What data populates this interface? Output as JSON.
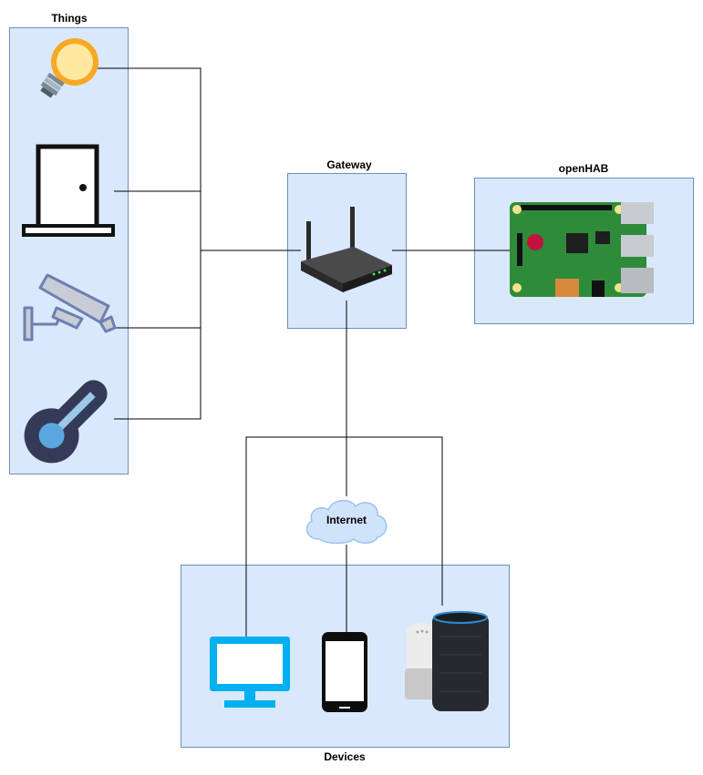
{
  "diagram": {
    "things_label": "Things",
    "gateway_label": "Gateway",
    "openhab_label": "openHAB",
    "internet_label": "Internet",
    "devices_label": "Devices"
  },
  "icons": {
    "things": [
      "light-bulb-icon",
      "door-icon",
      "security-camera-icon",
      "thermometer-icon"
    ],
    "gateway": "router-icon",
    "openhab": "raspberry-pi-board-icon",
    "devices": [
      "desktop-monitor-icon",
      "smartphone-icon",
      "google-home-speaker-icon",
      "amazon-echo-speaker-icon"
    ]
  },
  "colors": {
    "panel_fill": "#dae8fc",
    "panel_stroke": "#6c8ebf",
    "connector": "#000000",
    "cloud_fill": "#cfe3fb",
    "monitor": "#00b0f0",
    "pcb_green": "#2e8b3a"
  }
}
